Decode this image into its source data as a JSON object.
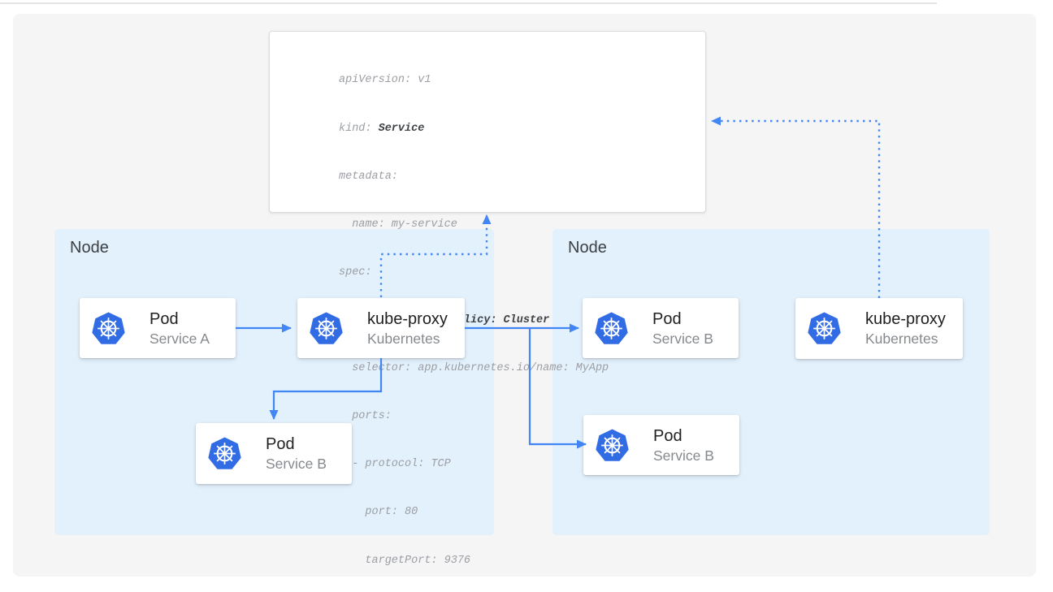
{
  "yaml_card": {
    "lines": [
      {
        "pre": "apiVersion: v1",
        "bold": ""
      },
      {
        "pre": "kind: ",
        "bold": "Service"
      },
      {
        "pre": "metadata:",
        "bold": ""
      },
      {
        "pre": "  name: my-service",
        "bold": ""
      },
      {
        "pre": "spec:",
        "bold": ""
      },
      {
        "pre": "  ",
        "bold": "internalTrafficPolicy: Cluster"
      },
      {
        "pre": "  selector: app.kubernetes.io/name: MyApp",
        "bold": ""
      },
      {
        "pre": "  ports:",
        "bold": ""
      },
      {
        "pre": "  - protocol: TCP",
        "bold": ""
      },
      {
        "pre": "    port: 80",
        "bold": ""
      },
      {
        "pre": "    targetPort: 9376",
        "bold": ""
      }
    ]
  },
  "nodes": {
    "left": {
      "label": "Node",
      "cards": {
        "pod_a": {
          "title": "Pod",
          "subtitle": "Service A"
        },
        "kube_proxy": {
          "title": "kube-proxy",
          "subtitle": "Kubernetes"
        },
        "pod_b": {
          "title": "Pod",
          "subtitle": "Service B"
        }
      }
    },
    "right": {
      "label": "Node",
      "cards": {
        "pod_top": {
          "title": "Pod",
          "subtitle": "Service B"
        },
        "pod_bottom": {
          "title": "Pod",
          "subtitle": "Service B"
        },
        "kube_proxy": {
          "title": "kube-proxy",
          "subtitle": "Kubernetes"
        }
      }
    }
  },
  "icons": {
    "kubernetes": "kubernetes-helm-wheel-icon"
  },
  "connections": [
    {
      "from": "pod-service-a",
      "to": "kube-proxy-left",
      "style": "solid-arrow"
    },
    {
      "from": "kube-proxy-left",
      "to": "pod-service-b-left",
      "style": "solid-arrow"
    },
    {
      "from": "kube-proxy-left",
      "to": "pod-service-b-right-top",
      "style": "solid-arrow"
    },
    {
      "from": "kube-proxy-left",
      "to": "pod-service-b-right-bottom",
      "style": "solid-arrow"
    },
    {
      "from": "kube-proxy-left",
      "to": "service-yaml-card",
      "style": "dotted-arrow"
    },
    {
      "from": "kube-proxy-right",
      "to": "service-yaml-card",
      "style": "dotted-arrow"
    }
  ],
  "colors": {
    "line_blue": "#4285f4",
    "kubernetes_blue": "#326ce5",
    "node_fill": "#e3f1fd",
    "panel_fill": "#f5f5f6",
    "yaml_text": "#9b9ea3",
    "yaml_text_bold": "#3f4245",
    "card_title": "#212121",
    "card_subtitle": "#85898d",
    "node_label": "#3c4043"
  }
}
